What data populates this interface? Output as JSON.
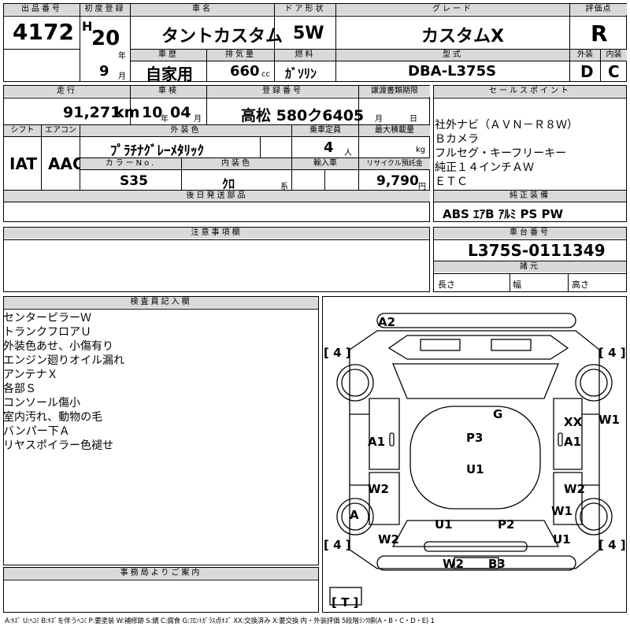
{
  "top": {
    "lot_label": "出品番号",
    "lot": "4172",
    "reg_label": "初度登録",
    "era": "H",
    "reg_year": "20",
    "year_unit": "年",
    "reg_month": "9",
    "month_unit": "月",
    "name_label": "車名",
    "name": "タントカスタム",
    "history_label": "車歴",
    "history": "自家用",
    "disp_label": "排気量",
    "disp": "660",
    "disp_unit": "cc",
    "door_label": "ドア形状",
    "door": "5W",
    "fuel_label": "燃料",
    "fuel": "ｶﾞｿﾘﾝ",
    "grade_label": "グレード",
    "grade": "カスタムX",
    "model_label": "型式",
    "model": "DBA-L375S",
    "score_label": "評価点",
    "score": "R",
    "ext_label": "外装",
    "ext": "D",
    "int_label": "内装",
    "int": "C"
  },
  "row2": {
    "mileage_label": "走行",
    "mileage": "91,271",
    "km": "km",
    "inspect_label": "車検",
    "inspect_y": "10",
    "y": "年",
    "inspect_m": "04",
    "m": "月",
    "plate_label": "登録番号",
    "plate": "高松 580ク6405",
    "transfer_label": "譲渡書類期限",
    "transfer_m": "月",
    "transfer_d": "日",
    "shift_label": "シフト",
    "shift": "IAT",
    "ac_label": "エアコン",
    "ac": "AAC",
    "color_label": "外装色",
    "color": "ﾌﾟﾗﾁﾅｸﾞﾚｰﾒﾀﾘｯｸ",
    "cap_label": "乗車定員",
    "cap": "4",
    "cap_unit": "人",
    "load_label": "最大積載量",
    "load_unit": "kg",
    "colorno_label": "カラーNo.",
    "colorno": "S35",
    "intcolor_label": "内装色",
    "intcolor": "ｸﾛ",
    "kei": "系",
    "import_label": "輸入車",
    "recycle_label": "リサイクル預託金",
    "recycle": "9,790",
    "yen": "円",
    "later_label": "後日発送部品"
  },
  "sales": {
    "label": "セールスポイント",
    "lines": [
      "社外ナビ（ＡＶＮ－Ｒ８Ｗ）",
      "Ｂカメラ",
      "フルセグ・キーフリーキー",
      "純正１４インチＡＷ",
      "ＥＴＣ"
    ],
    "equip_label": "純正装備",
    "equip": "ABS ｴｱB ｱﾙﾐ PS PW"
  },
  "notice_label": "注意事項欄",
  "chassis": {
    "label": "車台番号",
    "number": "L375S-0111349",
    "dim_label": "諸元",
    "length": "長さ",
    "width": "幅",
    "height": "高さ"
  },
  "inspector": {
    "label": "検査員記入欄",
    "lines": [
      "センターピラーＷ",
      "トランクフロアＵ",
      "外装色あせ、小傷有り",
      "エンジン廻りオイル漏れ",
      "アンテナＸ",
      "各部Ｓ",
      "コンソール傷小",
      "室内汚れ、動物の毛",
      "バンパー下Ａ",
      "リヤスポイラー色褪せ"
    ]
  },
  "office_label": "事務局よりご案内",
  "diagram": {
    "marks": {
      "a2": "A2",
      "g": "G",
      "xx": "XX",
      "w1r": "W1",
      "a1l": "A1",
      "p3": "P3",
      "a1r": "A1",
      "u1c": "U1",
      "w2l": "W2",
      "w2r": "W2",
      "a": "A",
      "w1b": "W1",
      "u1l": "U1",
      "p2": "P2",
      "w2bl": "W2",
      "u1r": "U1",
      "w2b": "W2",
      "b3": "B3"
    },
    "tread": {
      "tl": "[ 4 ]",
      "tr": "[ 4 ]",
      "bl": "[ 4 ]",
      "br": "[ 4 ]",
      "t": "[ T ]"
    }
  },
  "legend": "A:ｷｽﾞ U:ﾍｺﾐ B:ｷｽﾞを伴うﾍｺﾐ P:要塗装 W:補修跡 S:錆 C:腐食 G:ﾌﾛﾝﾄｶﾞﾗｽ点ｷｽﾞ XX:交換済み X:要交換 内・外装評価 5段階ﾗﾝｸ順(A・B・C・D・E) 1"
}
